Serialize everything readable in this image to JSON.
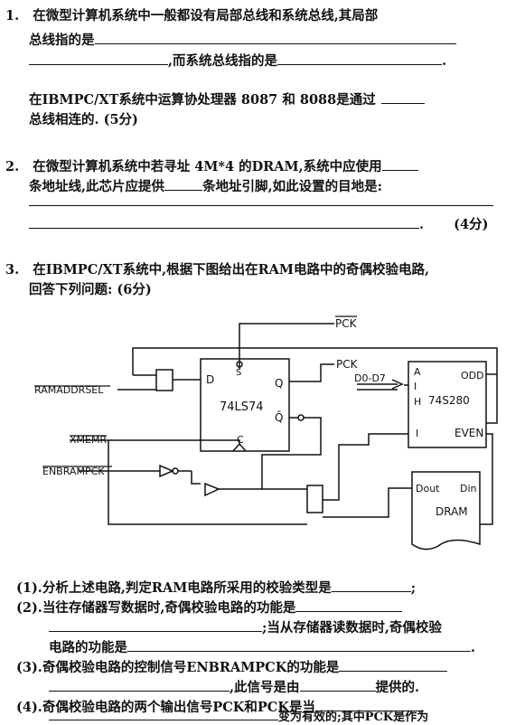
{
  "q1": {
    "num": "1.",
    "line1": "在微型计算机系统中一般都设有局部总线和系统总线,其局部",
    "line2_text": "总线指的是",
    "line3_mid": ",而系统总线指的是",
    "line3_end": ".",
    "line4_text": "在IBMPC/XT系统中运算协处理器 8087 和 8088是通过",
    "line5_text": "总线相连的.   (5分)"
  },
  "q2": {
    "num": "2.",
    "line1": "在微型计算机系统中若寻址 4M*4 的DRAM,系统中应使用",
    "line2_a": "条地址线,此芯片应提供",
    "line2_b": "条地址引脚,如此设置的目地是:",
    "line3_end": ".",
    "score": "(4分)"
  },
  "q3": {
    "num": "3.",
    "line1": "在IBMPC/XT系统中,根据下图给出在RAM电路中的奇偶校验电路,",
    "line2": "回答下列问题:   (6分)"
  },
  "circuit": {
    "pck_bar_top": "PCK",
    "pck_out": "PCK",
    "ramaddrsel": "RAMADDRSEL",
    "xmemr": "XMEMR",
    "enbrampck": "ENBRAMPCK",
    "ff_d": "D",
    "ff_s": "S",
    "ff_q": "Q",
    "ff_qbar": "Q̄",
    "ff_c": "C",
    "ff_name": "74LS74",
    "bus_label": "D0-D7",
    "pg_a": "A",
    "pg_i1": "I",
    "pg_h": "H",
    "pg_i2": "I",
    "pg_odd": "ODD",
    "pg_even": "EVEN",
    "pg_name": "74S280",
    "dram_dout": "Dout",
    "dram_din": "Din",
    "dram_name": "DRAM"
  },
  "subq": {
    "s1_a": "(1).分析上述电路,判定RAM电路所采用的校验类型是",
    "s1_end": ";",
    "s2_a": "(2).当往存储器写数据时,奇偶校验电路的功能是",
    "s2_b": ";当从存储器读数据时,奇偶校验",
    "s2_c": "电路的功能是",
    "s2_end": ".",
    "s3_a": "(3).奇偶校验电路的控制信号ENBRAMPCK的功能是",
    "s3_b": ",此信号是由",
    "s3_c": "提供的.",
    "s4_a": "(4).奇偶校验电路的两个输出信号PCK和PCK是当",
    "s4_b": "变为有效的;其中PCK是作为"
  }
}
